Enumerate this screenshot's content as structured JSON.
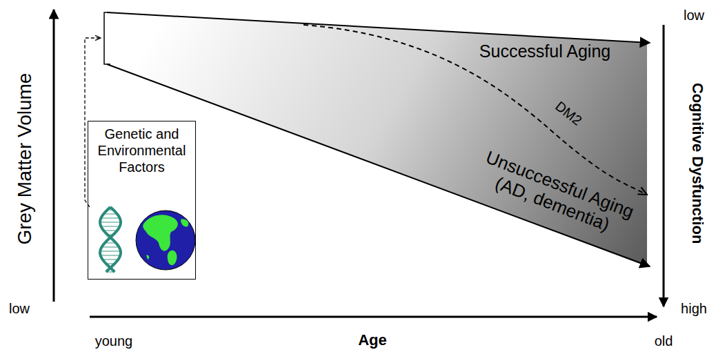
{
  "diagram": {
    "nodes": [
      {
        "text": [
          "Genetic and Environmental Factors"
        ]
      }
    ],
    "labels": [
      "Grey Matter Volume",
      "low",
      "young",
      "Age",
      "old",
      "low",
      "high",
      "Cognitive Dysfunction",
      "Successful Aging",
      "DM2",
      "Unsuccessful Aging (AD, dementia)"
    ]
  }
}
